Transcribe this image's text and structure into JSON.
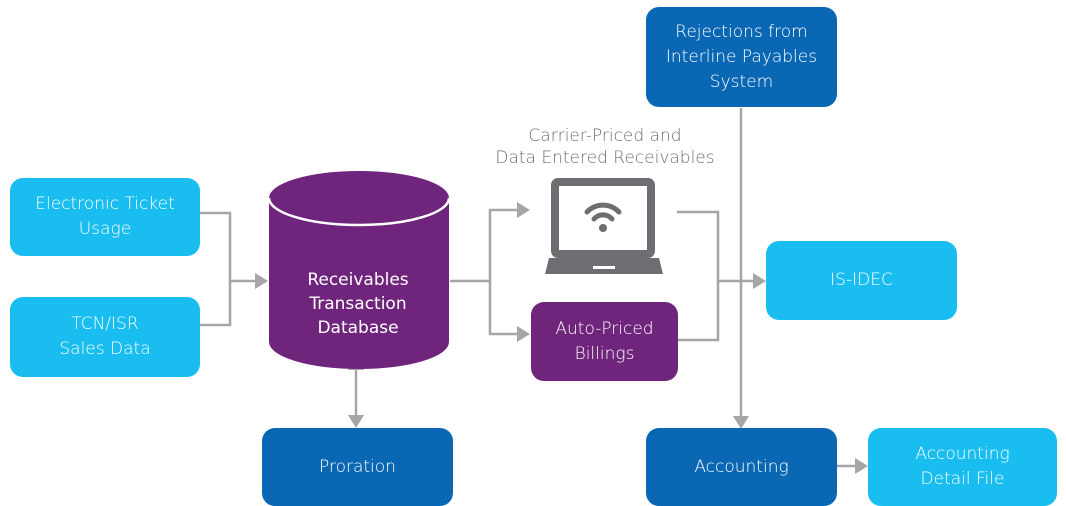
{
  "nodes": {
    "electronic_ticket": [
      "Electronic Ticket",
      "Usage"
    ],
    "tcn_isr": [
      "TCN/ISR",
      "Sales Data"
    ],
    "database": [
      "Receivables",
      "Transaction",
      "Database"
    ],
    "proration": "Proration",
    "auto_priced": [
      "Auto-Priced",
      "Billings"
    ],
    "rejections": [
      "Rejections from",
      "Interline Payables",
      "System"
    ],
    "is_idec": "IS-IDEC",
    "accounting": "Accounting",
    "accounting_detail": [
      "Accounting",
      "Detail File"
    ]
  },
  "laptop_caption": [
    "Carrier-Priced and",
    "Data Entered Receivables"
  ],
  "colors": {
    "light_blue": "#19bdf0",
    "dark_blue": "#0a67b3",
    "purple": "#70257d",
    "connector": "#a6a6a6",
    "laptop": "#6d6e71"
  },
  "icons": [
    "laptop-wifi-icon",
    "cylinder-database-icon"
  ]
}
